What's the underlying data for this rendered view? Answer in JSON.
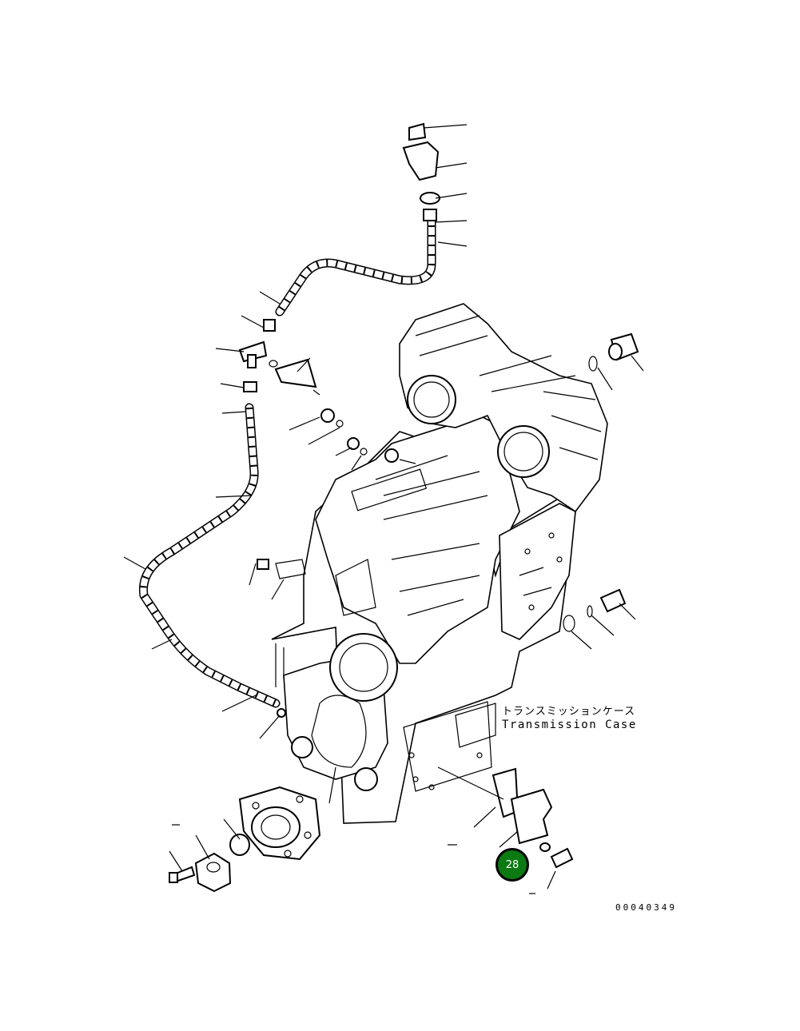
{
  "diagram": {
    "title_japanese": "トランスミッションケース",
    "title_english": "Transmission Case",
    "drawing_number": "00040349",
    "callout": {
      "number": "28",
      "color": "#0b7a12"
    }
  }
}
